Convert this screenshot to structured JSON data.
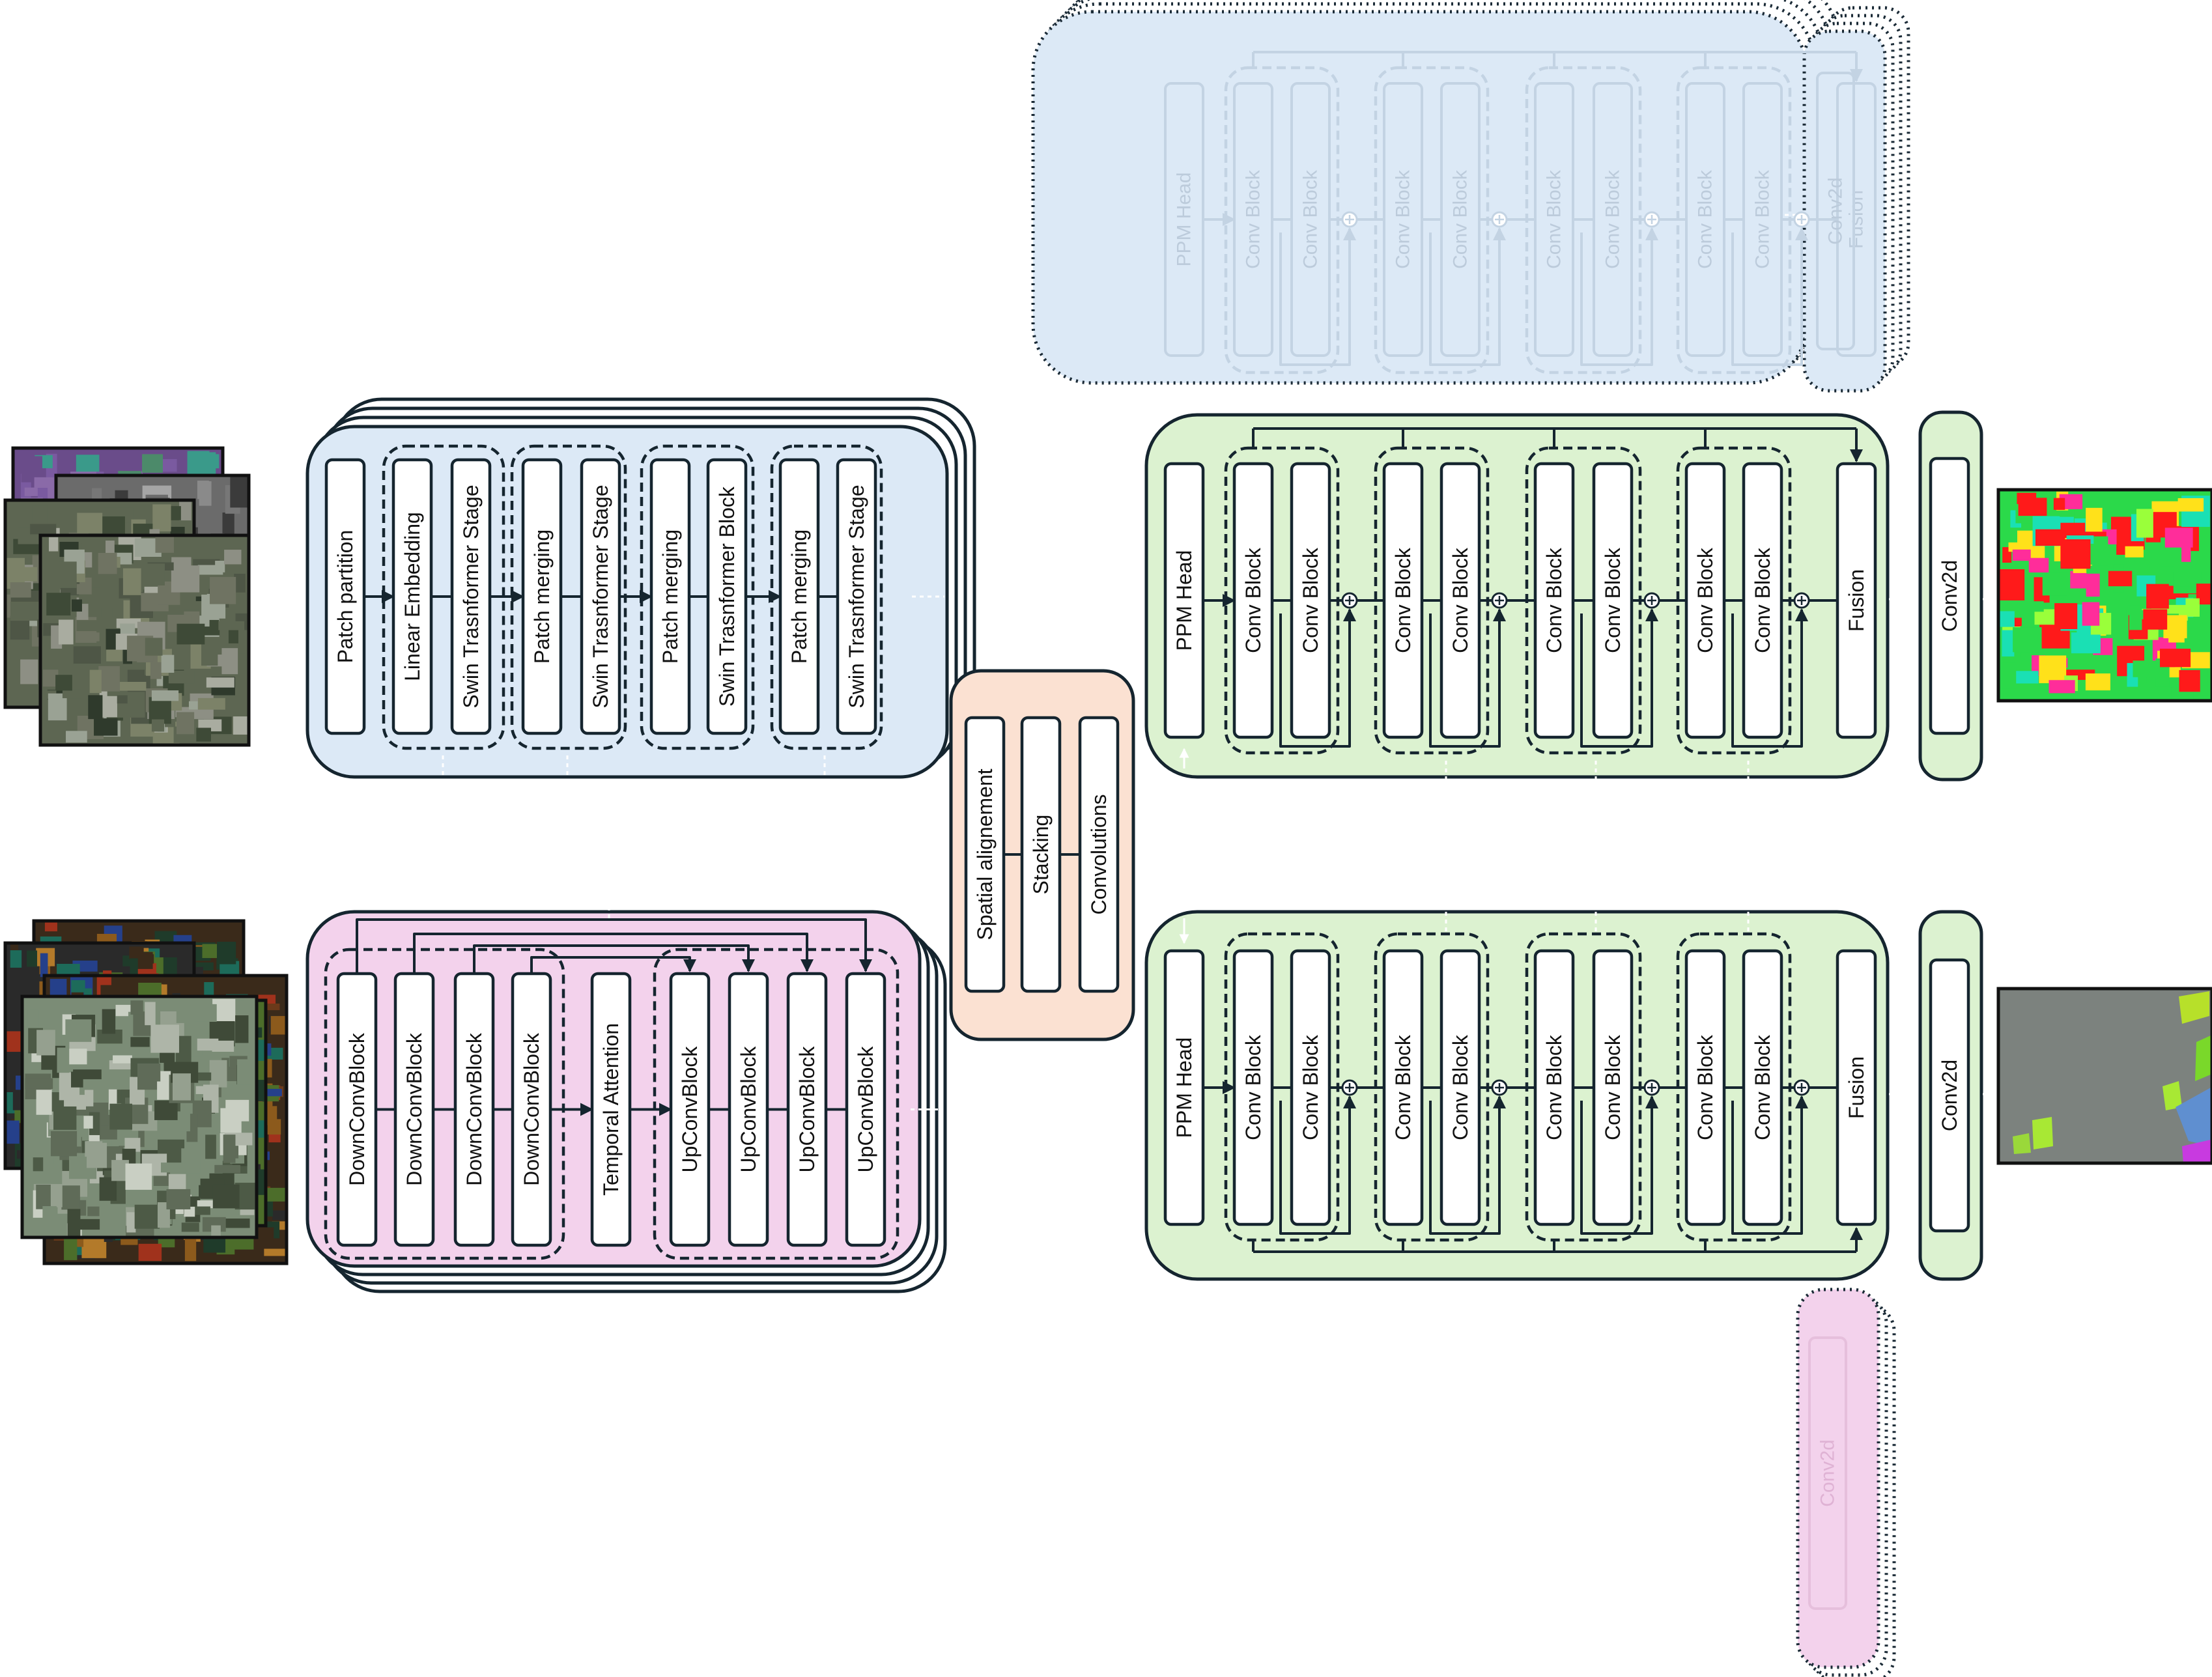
{
  "colors": {
    "swin_fill": "#dce9f6",
    "utae_fill": "#f3d2ec",
    "fusion_fill": "#fbe1d2",
    "decoder_fill": "#dcf2d0",
    "stroke": "#15252f",
    "ghost_stroke": "#c3d3e3",
    "ghost_text": "#bccbdb",
    "ghost_pink_stroke": "#e6bfdc",
    "ghost_pink_text": "#dfb2d4",
    "block_fill": "#ffffff"
  },
  "swin_encoder": {
    "patch_partition": "Patch partition",
    "linear_embedding": "Linear Embedding",
    "swin_stage_1": "Swin Trasnformer Stage",
    "patch_merging_1": "Patch merging",
    "swin_stage_2": "Swin Trasnformer Stage",
    "patch_merging_2": "Patch merging",
    "swin_block": "Swin Trasnformer Block",
    "patch_merging_3": "Patch merging",
    "swin_stage_3": "Swin Trasnformer Stage"
  },
  "utae_encoder": {
    "down_1": "DownConvBlock",
    "down_2": "DownConvBlock",
    "down_3": "DownConvBlock",
    "down_4": "DownConvBlock",
    "temporal_attention": "Temporal Attention",
    "up_1": "UpConvBlock",
    "up_2": "UpConvBlock",
    "up_3": "UpConvBlock",
    "up_4": "UpConvBlock"
  },
  "fusion_module": {
    "spatial_alignment": "Spatial alignement",
    "stacking": "Stacking",
    "convolutions": "Convolutions"
  },
  "decoder": {
    "ppm_head": "PPM Head",
    "conv_block": "Conv Block",
    "fusion": "Fusion",
    "conv2d": "Conv2d"
  }
}
